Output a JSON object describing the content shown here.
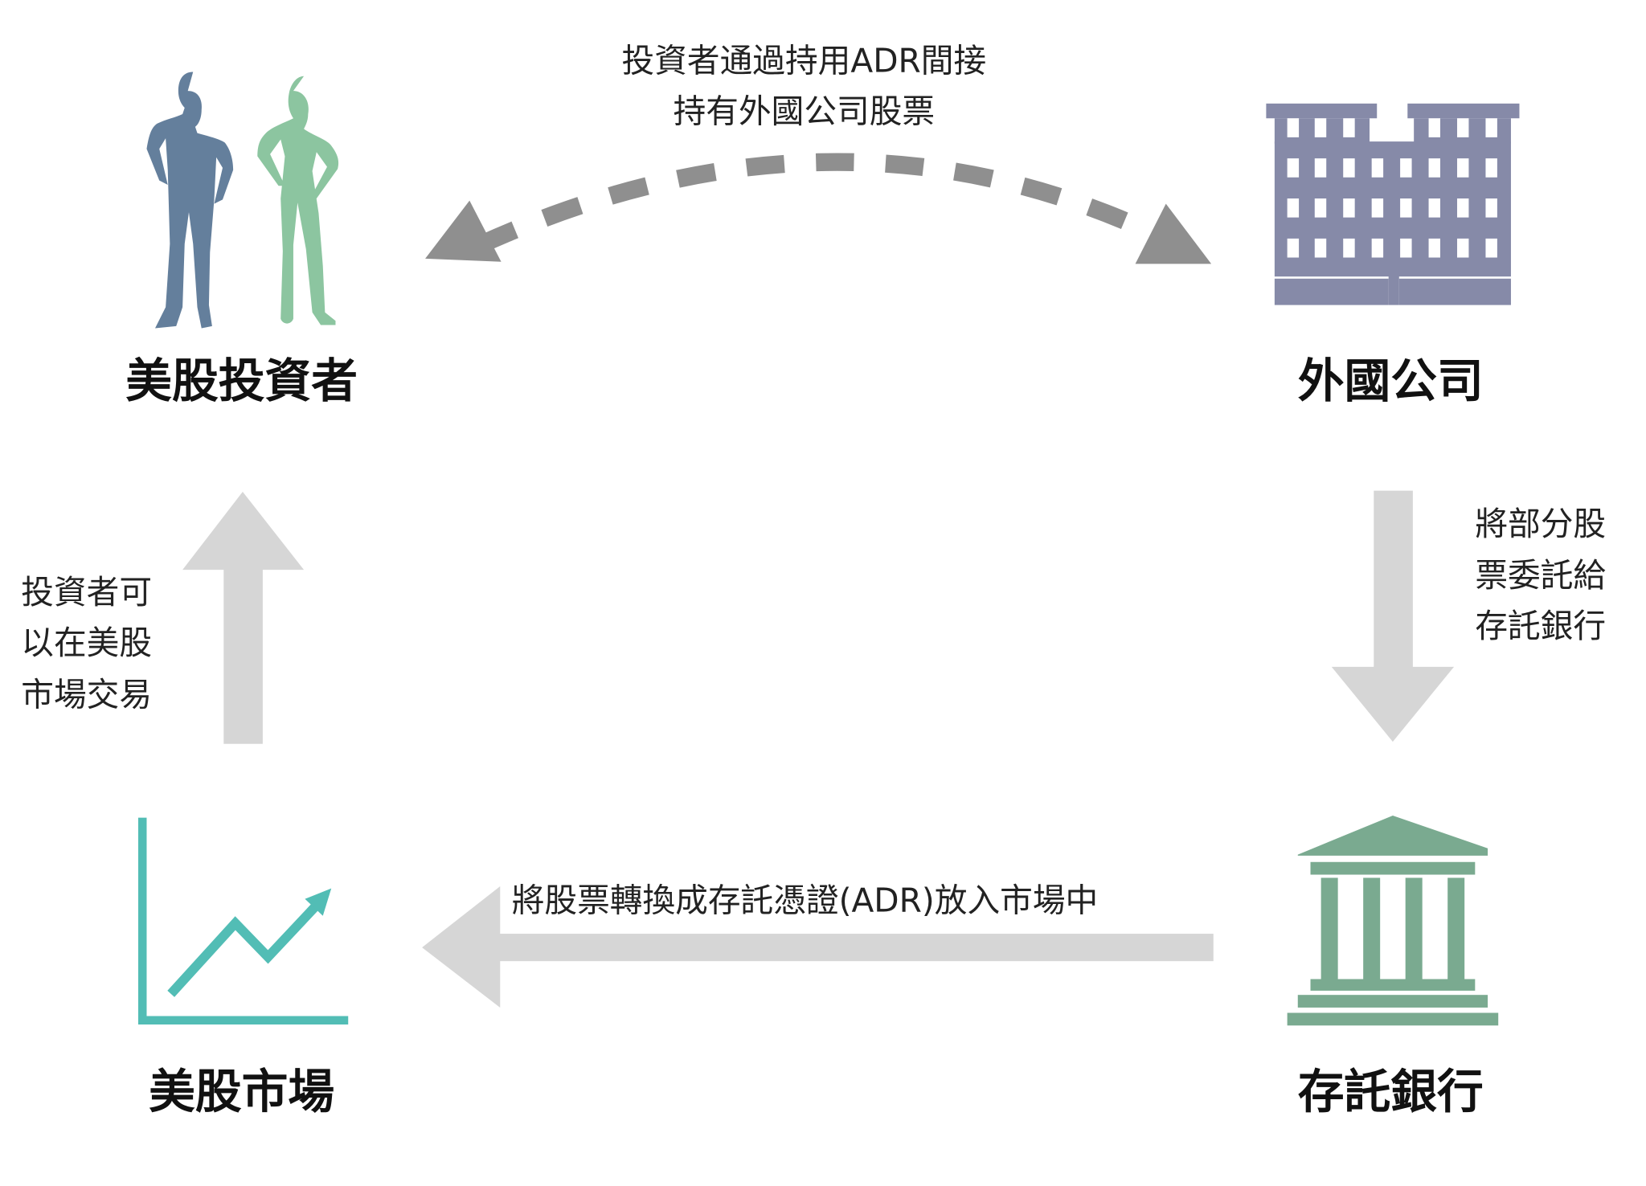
{
  "nodes": {
    "investor": "美股投資者",
    "company": "外國公司",
    "market": "美股市場",
    "bank": "存託銀行"
  },
  "edges": {
    "top": [
      "投資者通過持用ADR間接",
      "持有外國公司股票"
    ],
    "right": [
      "將部分股",
      "票委託給",
      "存託銀行"
    ],
    "bottom": "將股票轉換成存託憑證(ADR)放入市場中",
    "left": [
      "投資者可",
      "以在美股",
      "市場交易"
    ]
  },
  "colors": {
    "man": "#647f9c",
    "woman": "#8cc5a0",
    "building": "#868aa8",
    "bank": "#7aaa90",
    "chart": "#52bdb5",
    "dashed_arrow": "#8f8f8f",
    "flow_arrow": "#d6d6d6"
  }
}
